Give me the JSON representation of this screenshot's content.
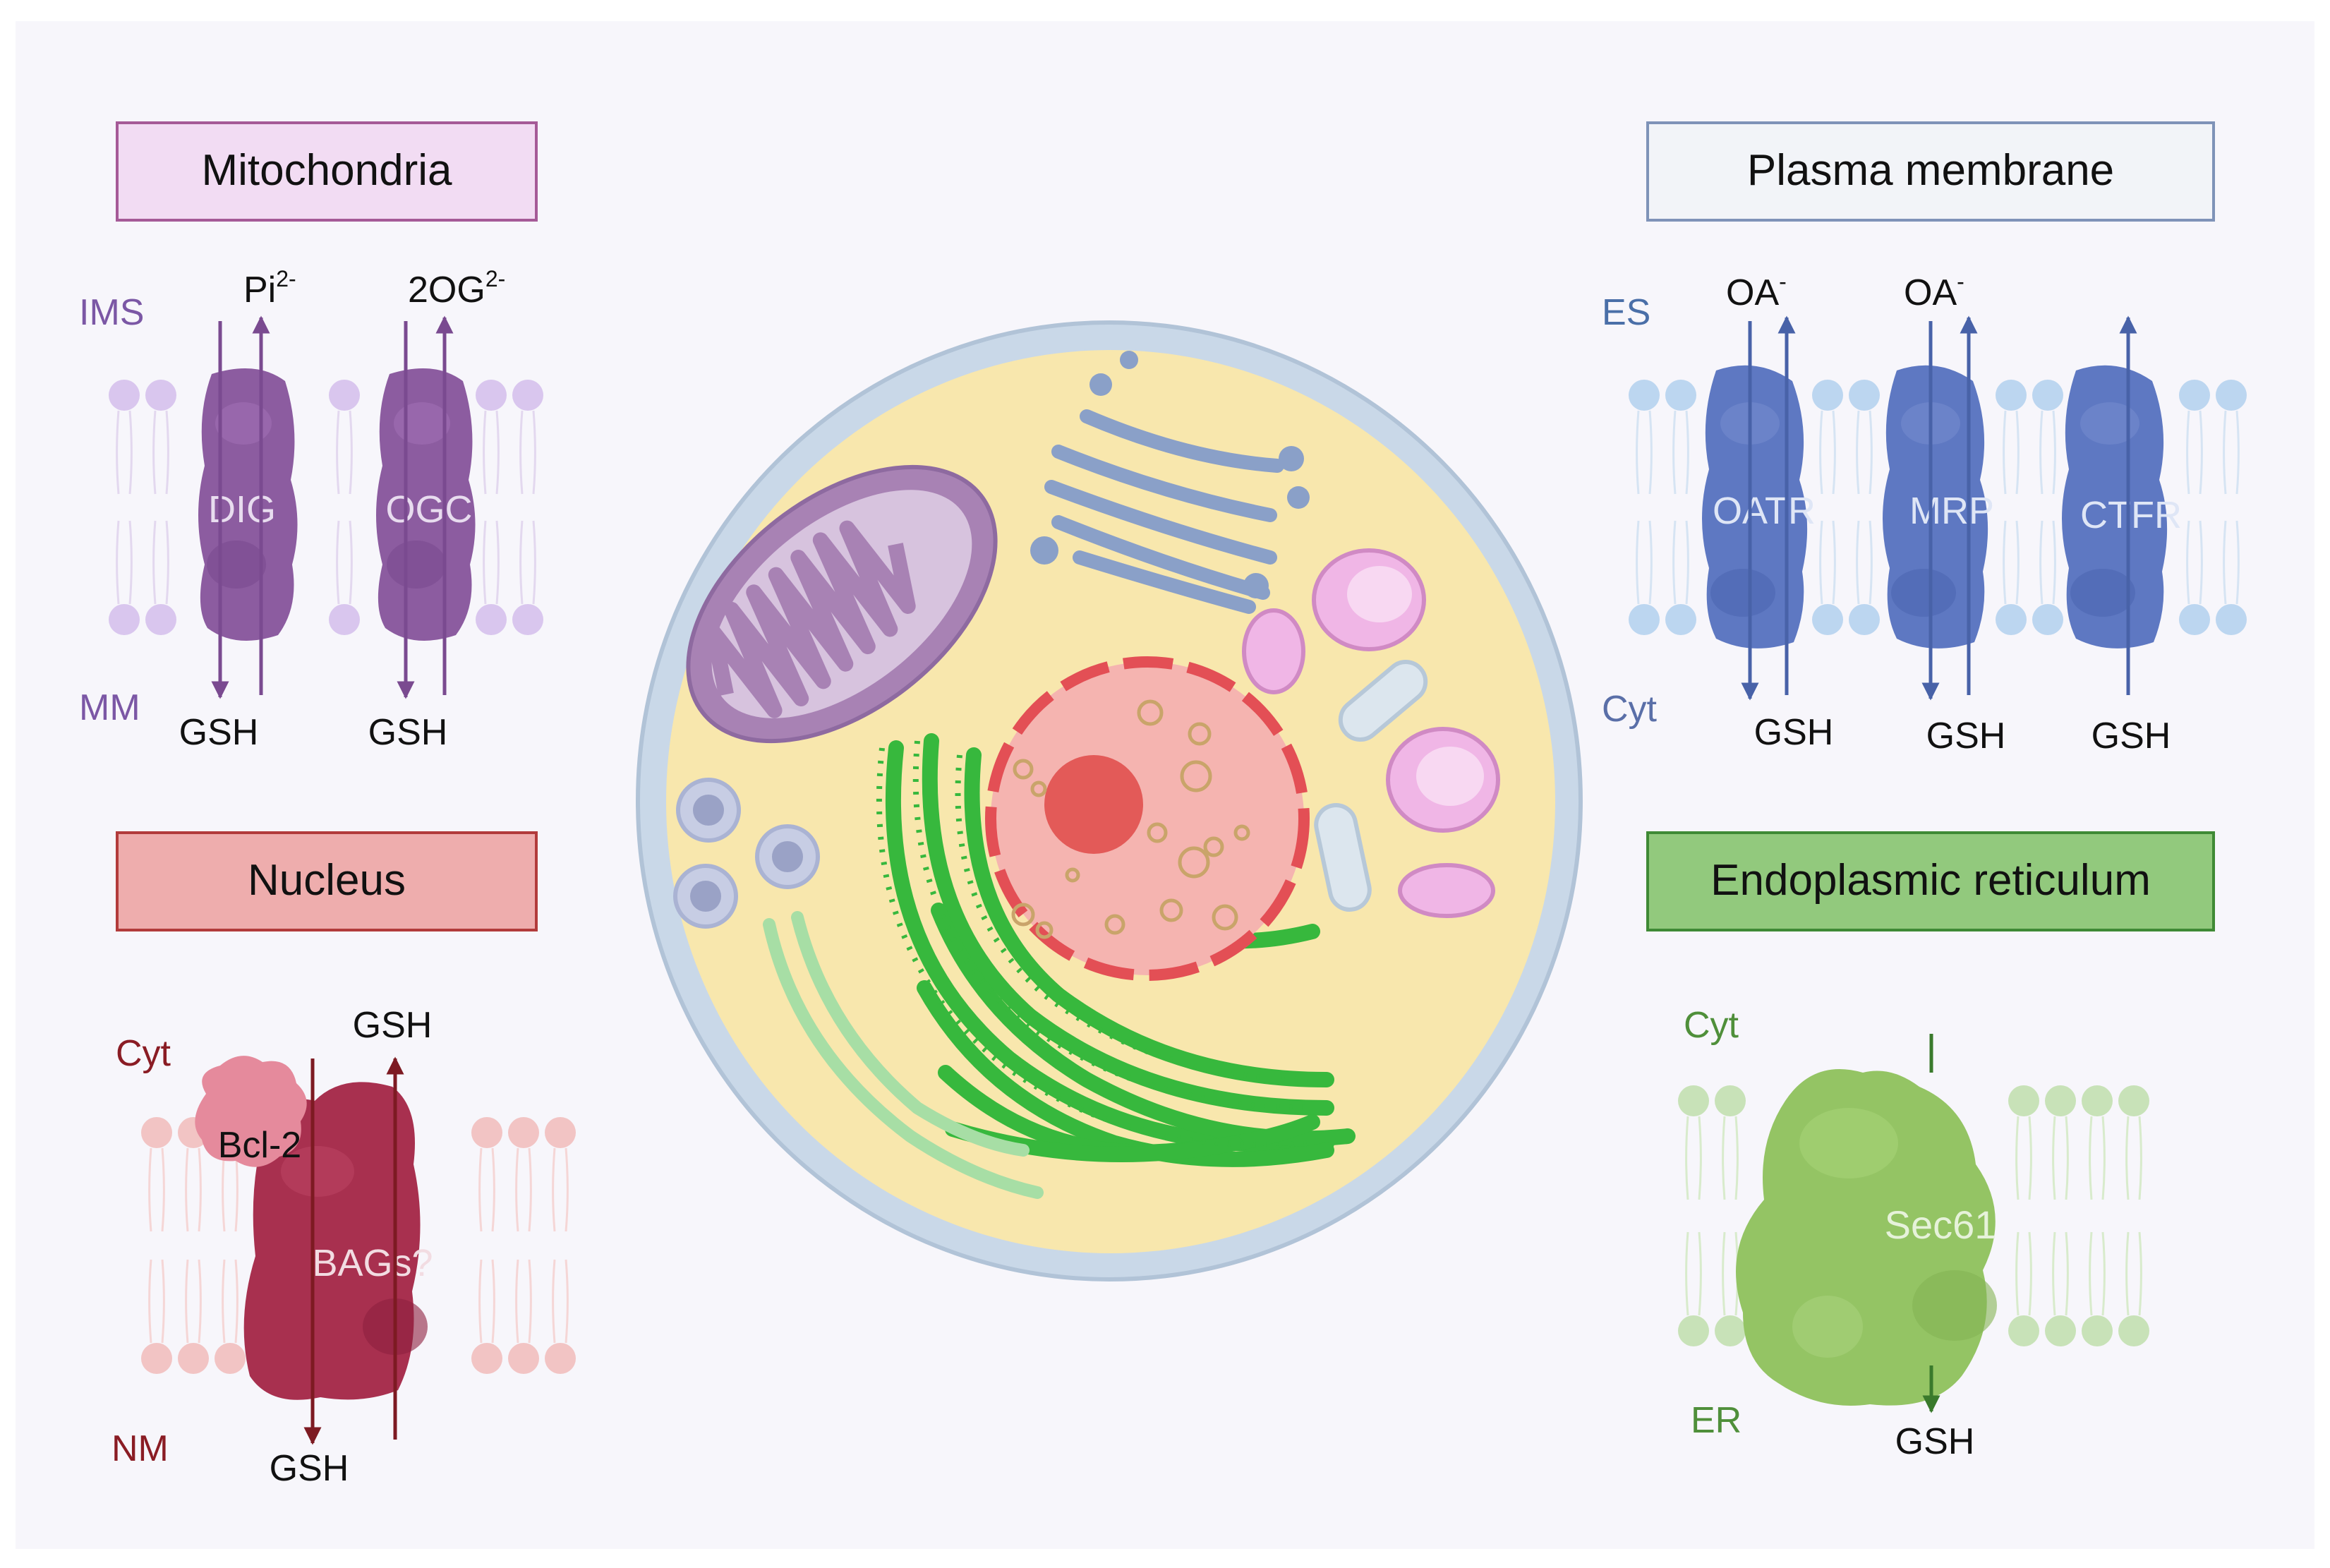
{
  "colors": {
    "background": "#f7f6fb",
    "mito_box_fill": "#f2dcf3",
    "mito_box_border": "#a55a97",
    "pm_box_fill": "#f2f4f8",
    "pm_box_border": "#7f93b8",
    "nuc_box_fill": "#eeadad",
    "nuc_box_border": "#b23b3b",
    "er_box_fill": "#92c97d",
    "er_box_border": "#3f8a35",
    "mito_protein": "#8c5ca0",
    "pm_protein": "#5e78c2",
    "nuc_protein": "#a8304f",
    "bcl2": "#e58a9c",
    "er_protein": "#94c464",
    "cell_membrane": "#c4d3e3",
    "cytoplasm": "#f8e7ad",
    "nucleus_fill": "#f5b4b0",
    "nucleus_border": "#e34f55",
    "nucleolus": "#e35a58",
    "rough_er": "#37b83d",
    "smooth_er": "#a7dea5",
    "golgi": "#8aa0c8",
    "vesicle_pink": "#f0b6e6",
    "vesicle_blue": "#dce6ee",
    "mitochondrion": "#a882b4"
  },
  "panels": {
    "mitochondria": {
      "title": "Mitochondria",
      "side_top": "IMS",
      "side_bottom": "MM",
      "proteins": [
        {
          "name": "DIG",
          "top": "Pi",
          "top_sup": "2-",
          "bottom": "GSH"
        },
        {
          "name": "OGC",
          "top": "2OG",
          "top_sup": "2-",
          "bottom": "GSH"
        }
      ]
    },
    "plasma_membrane": {
      "title": "Plasma membrane",
      "side_top": "ES",
      "side_bottom": "Cyt",
      "proteins": [
        {
          "name": "OATR",
          "top": "OA",
          "top_sup": "-",
          "bottom": "GSH"
        },
        {
          "name": "MRP",
          "top": "OA",
          "top_sup": "-",
          "bottom": "GSH"
        },
        {
          "name": "CTFR",
          "top": "",
          "top_sup": "",
          "bottom": "GSH"
        }
      ]
    },
    "nucleus": {
      "title": "Nucleus",
      "side_top": "Cyt",
      "side_bottom": "NM",
      "protein": "BAGs?",
      "partner": "Bcl-2",
      "top": "GSH",
      "bottom": "GSH"
    },
    "er": {
      "title": "Endoplasmic reticulum",
      "side_top": "Cyt",
      "side_bottom": "ER",
      "protein": "Sec61",
      "bottom": "GSH"
    }
  }
}
